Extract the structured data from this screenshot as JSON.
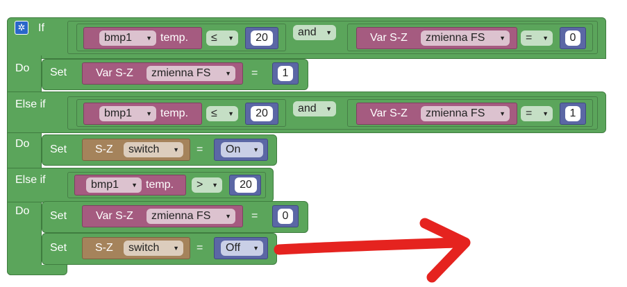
{
  "labels": {
    "if": "If",
    "do": "Do",
    "else_if": "Else if",
    "set": "Set",
    "and": "and",
    "eq": "=",
    "le": "≤",
    "gt": ">",
    "var_sz": "Var S-Z",
    "sz": "S-Z",
    "temp": "temp."
  },
  "dropdowns": {
    "sensor": "bmp1",
    "fs_var": "zmienna FS",
    "switch": "switch",
    "on": "On",
    "off": "Off"
  },
  "numbers": {
    "threshold": "20",
    "zero": "0",
    "one": "1"
  },
  "icons": {
    "mutator": "gear-icon",
    "dropdown": "triangle-down",
    "annotation": "red-arrow"
  },
  "colors": {
    "logic": "#5ba55b",
    "variable": "#a55b80",
    "device": "#a5835b",
    "value": "#5b67a5",
    "annotation": "#e5231f"
  }
}
